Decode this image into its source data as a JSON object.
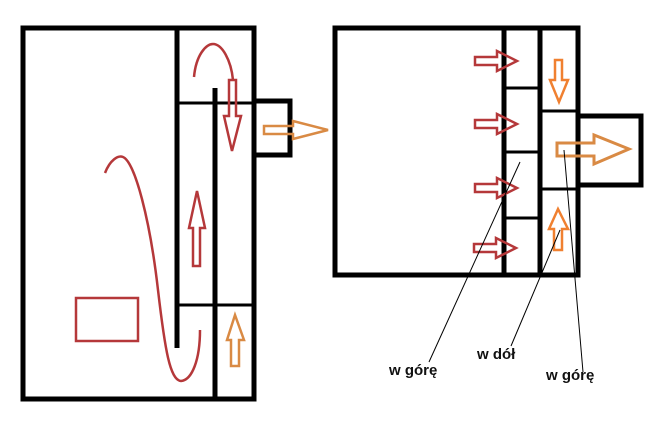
{
  "labels": {
    "left_up": "w górę",
    "middle_down": "w dół",
    "right_up": "w górę"
  },
  "colors": {
    "outline": "#000000",
    "red": "#b5383a",
    "orange": "#e08a3c",
    "orange_bright": "#f08030"
  }
}
